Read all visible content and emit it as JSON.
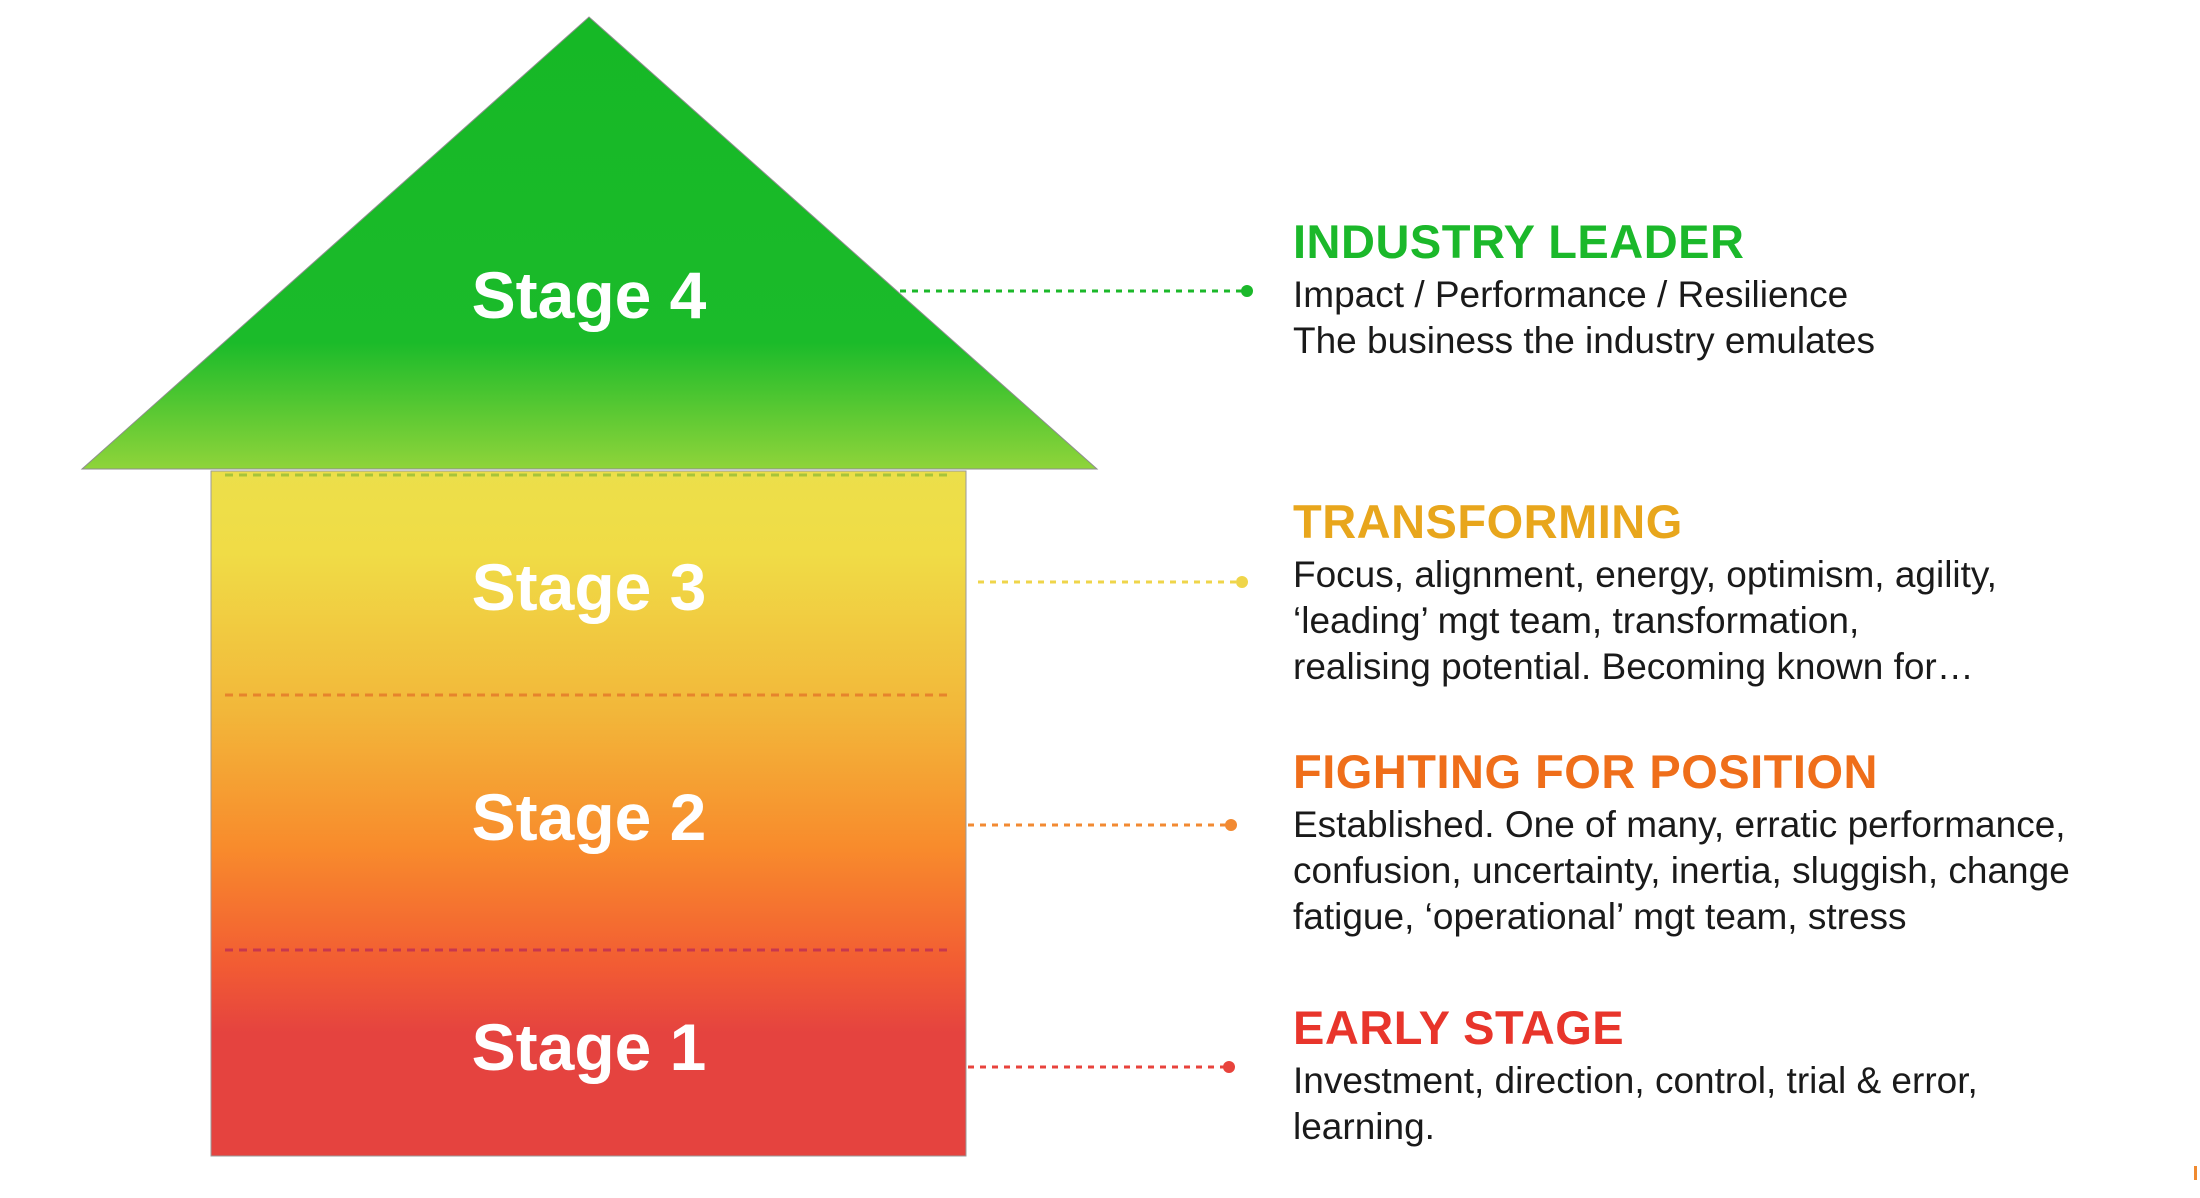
{
  "colors": {
    "green": "#1bb82a",
    "yellow": "#e8a61c",
    "orange": "#ef6e1a",
    "red": "#e8352b"
  },
  "stages": [
    {
      "label": "Stage 4",
      "heading": "INDUSTRY LEADER",
      "color": "#1bb82a",
      "lines": [
        "Impact / Performance / Resilience",
        "The business the industry emulates"
      ]
    },
    {
      "label": "Stage 3",
      "heading": "TRANSFORMING",
      "color": "#e8a61c",
      "lines": [
        "Focus, alignment, energy, optimism, agility,",
        "‘leading’ mgt team, transformation,",
        "realising potential. Becoming known for…"
      ]
    },
    {
      "label": "Stage 2",
      "heading": "FIGHTING FOR POSITION",
      "color": "#ef6e1a",
      "lines": [
        "Established. One of many, erratic performance,",
        "confusion, uncertainty, inertia, sluggish, change",
        "fatigue, ‘operational’ mgt team, stress"
      ]
    },
    {
      "label": "Stage 1",
      "heading": "EARLY STAGE",
      "color": "#e8352b",
      "lines": [
        "Investment, direction, control, trial & error,",
        "learning."
      ]
    }
  ]
}
